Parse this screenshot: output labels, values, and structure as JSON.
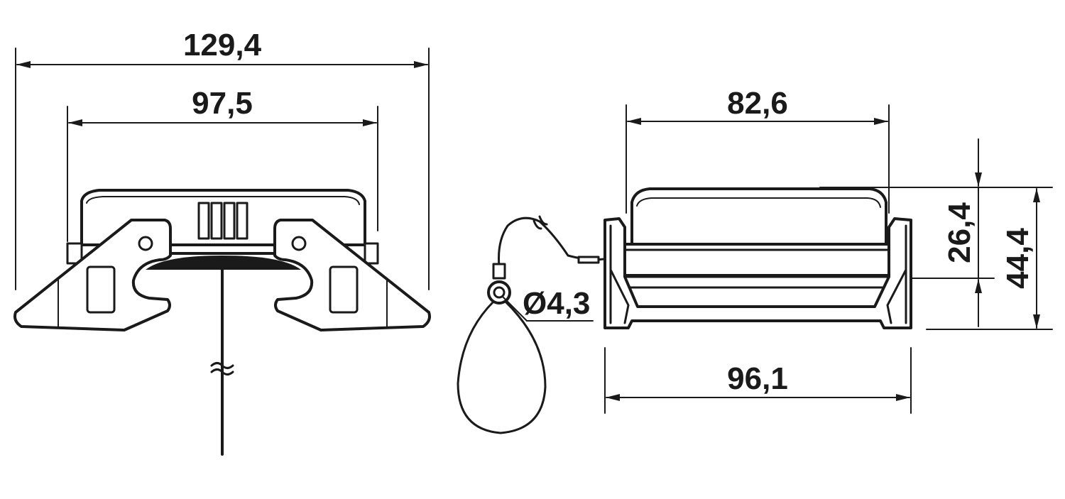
{
  "dimensions": {
    "overall_width": "129,4",
    "inner_width": "97,5",
    "top_width": "82,6",
    "base_width": "96,1",
    "body_height": "26,4",
    "total_height": "44,4",
    "cable_diameter": "Ø4,3"
  },
  "colors": {
    "line": "#1a1a1a",
    "background": "#ffffff"
  }
}
